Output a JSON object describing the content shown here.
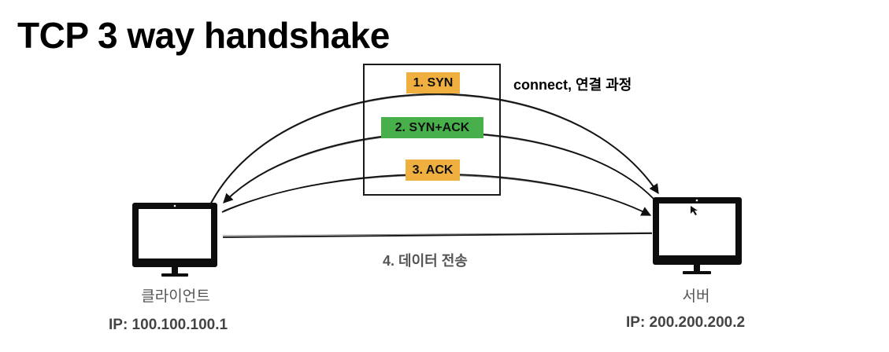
{
  "title": "TCP 3 way handshake",
  "steps": [
    {
      "label": "1. SYN",
      "color": "#f0b040"
    },
    {
      "label": "2. SYN+ACK",
      "color": "#48b04a"
    },
    {
      "label": "3. ACK",
      "color": "#f0b040"
    }
  ],
  "connect_note": "connect, 연결 과정",
  "data_transfer": "4. 데이터 전송",
  "client": {
    "name": "클라이언트",
    "ip": "IP: 100.100.100.1"
  },
  "server": {
    "name": "서버",
    "ip": "IP: 200.200.200.2"
  }
}
